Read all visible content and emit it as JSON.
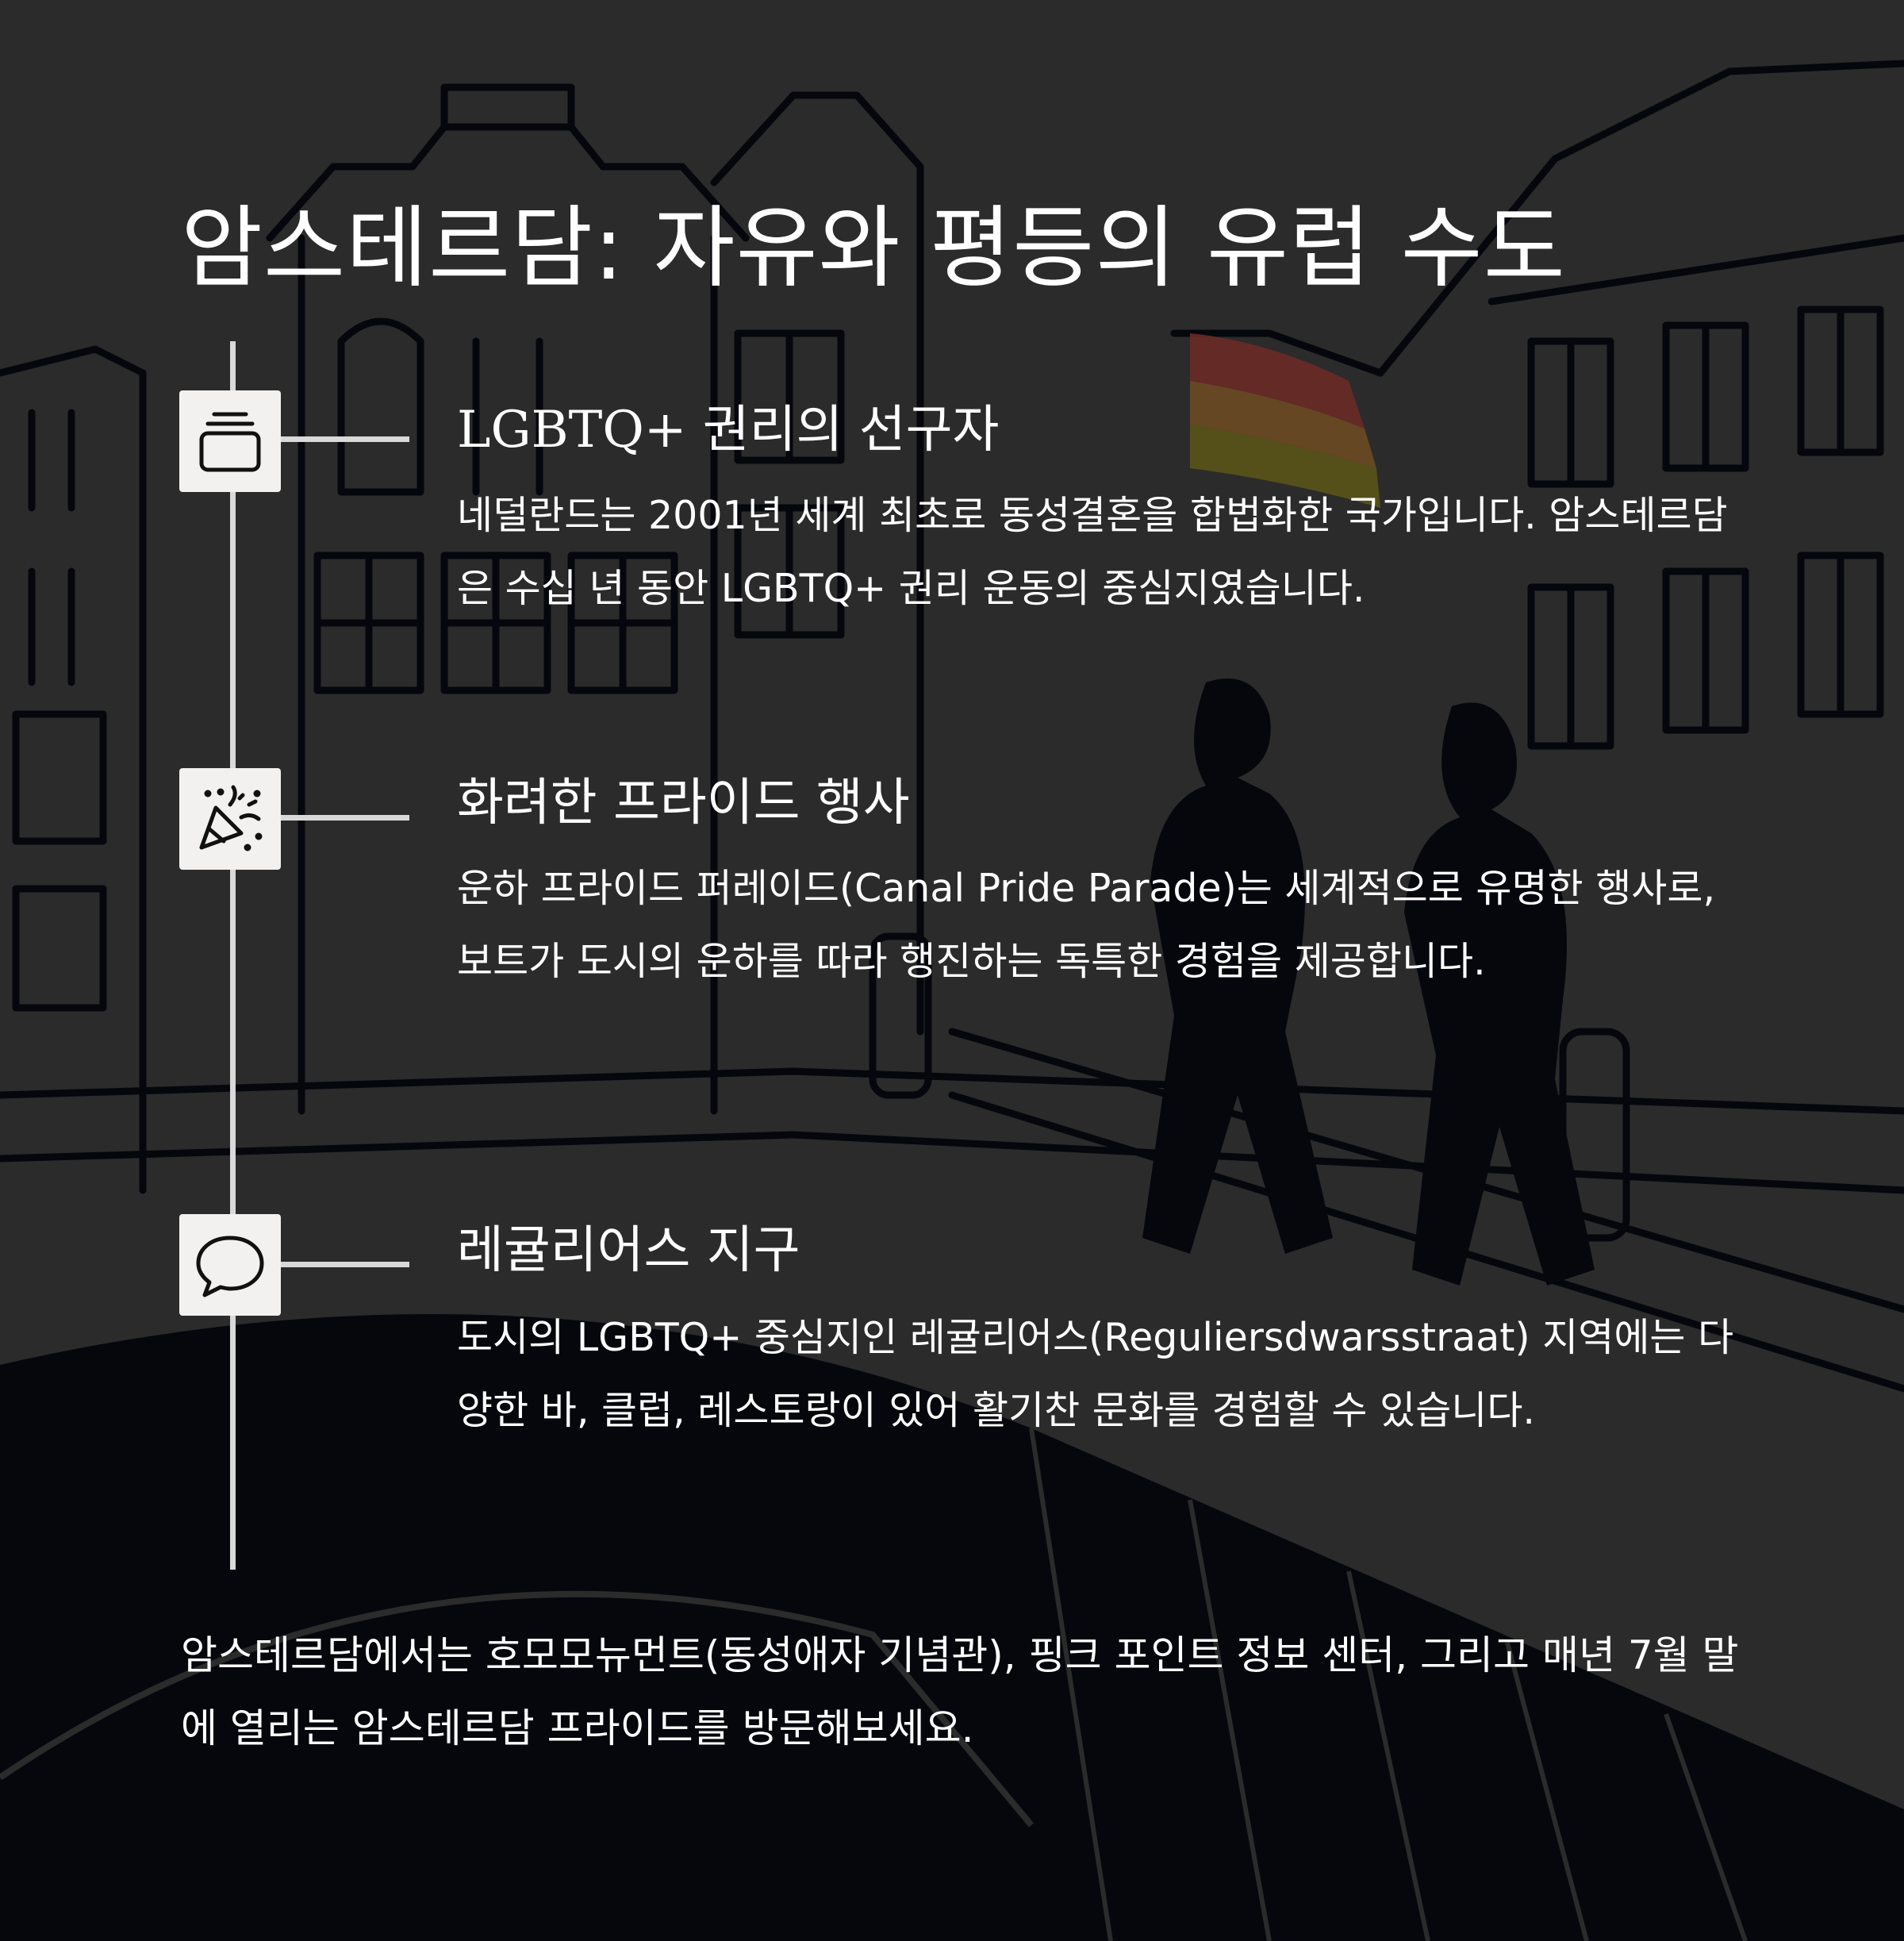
{
  "title": "암스테르담: 자유와 평등의 유럽 수도",
  "items": [
    {
      "icon": "history-stack-icon",
      "heading": "LGBTQ+ 권리의 선구자",
      "body": "네덜란드는 2001년 세계 최초로 동성결혼을 합법화한 국가입니다. 암스테르담은 수십 년 동안 LGBTQ+ 권리 운동의 중심지였습니다."
    },
    {
      "icon": "party-popper-icon",
      "heading": "화려한 프라이드 행사",
      "body": "운하 프라이드 퍼레이드(Canal Pride Parade)는 세계적으로 유명한 행사로, 보트가 도시의 운하를 따라 행진하는 독특한 경험을 제공합니다."
    },
    {
      "icon": "speech-bubble-icon",
      "heading": "레귤리어스 지구",
      "body": "도시의 LGBTQ+ 중심지인 레귤리어스(Reguliersdwarsstraat) 지역에는 다양한 바, 클럽, 레스토랑이 있어 활기찬 문화를 경험할 수 있습니다."
    }
  ],
  "footer": "암스테르담에서는 호모모뉴먼트(동성애자 기념관), 핑크 포인트 정보 센터, 그리고 매년 7월 말에 열리는 암스테르담 프라이드를 방문해보세요.",
  "colors": {
    "background": "#2b2b2b",
    "illustration_fill": "#05070d",
    "text": "#ffffff",
    "timeline": "#d9d9d9",
    "icon_box": "#f2f1ef",
    "flag_red": "#6a2a26",
    "flag_orange": "#6b4a22",
    "flag_yellow": "#5a5418"
  }
}
